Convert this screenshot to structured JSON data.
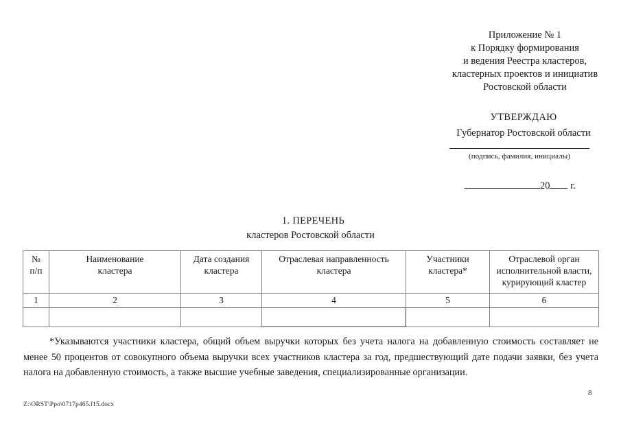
{
  "appendix": {
    "lines": [
      "Приложение № 1",
      "к Порядку формирования",
      "и ведения Реестра кластеров,",
      "кластерных проектов и инициатив",
      "Ростовской области"
    ]
  },
  "approval": {
    "title": "УТВЕРЖДАЮ",
    "role": "Губернатор Ростовской области",
    "signature_caption": "(подпись, фамилия, инициалы)",
    "year_prefix": "20",
    "year_suffix": "г."
  },
  "title": {
    "line1": "1.  ПЕРЕЧЕНЬ",
    "line2": "кластеров Ростовской области"
  },
  "table": {
    "headers": [
      {
        "lines": [
          "№",
          "п/п"
        ]
      },
      {
        "lines": [
          "Наименование",
          "кластера"
        ]
      },
      {
        "lines": [
          "Дата создания",
          "кластера"
        ]
      },
      {
        "lines": [
          "Отраслевая направленность",
          "кластера"
        ]
      },
      {
        "lines": [
          "Участники",
          "кластера*"
        ]
      },
      {
        "lines": [
          "Отраслевой орган",
          "исполнительной власти,",
          "курирующий кластер"
        ]
      }
    ],
    "number_row": [
      "1",
      "2",
      "3",
      "4",
      "5",
      "6"
    ],
    "empty_row": [
      "",
      "",
      "",
      "",
      "",
      ""
    ],
    "selected_cell_index": 3
  },
  "footnote": {
    "text": "*Указываются участники кластера, общий объем выручки которых без учета налога на добавленную стоимость составляет не менее 50 процентов от совокупного объема выручки всех участников кластера за год, предшествующий дате подачи заявки, без учета налога на добавленную стоимость, а также высшие учебные заведения, специализированные организации."
  },
  "footer": {
    "file_path": "Z:\\ORST\\Ppo\\0717p465.f15.docx",
    "page_number": "8"
  }
}
